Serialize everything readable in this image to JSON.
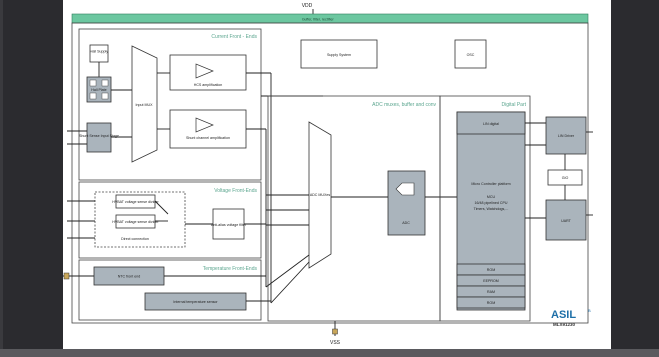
{
  "pins": {
    "vdd": "VDD",
    "vss": "VSS"
  },
  "top_bus": {
    "label": "buffer, filter, rectifier"
  },
  "current_front_ends": {
    "title": "Current Front - Ends",
    "hall_supply": "Hall Supply",
    "hall_plate": "Hall Plate",
    "shunt_input": "Shunt Sense Input Stage",
    "input_mux": "Input MUX",
    "hcs_amplification": "HCS amplification",
    "shunt_amplification": "Shunt channel amplification"
  },
  "supply_system": "Supply System",
  "osc": "OSC",
  "adc_section": {
    "title": "ADC muxes, buffer and conv",
    "mux": "ADC MUXes",
    "adc": "ADC"
  },
  "digital_part": {
    "title": "Digital Part",
    "lin_digital": "LIN digital",
    "mcu": "Micro Controller platform",
    "mcu_detail": "MCU\n16/48 pipelined CPU\nTimers, Watchdogs,...",
    "mem": [
      "ROM",
      "EEPROM",
      "RAM",
      "ROM"
    ]
  },
  "lin_driver": "LIN Driver",
  "gio": "GIO",
  "uart": "UART",
  "voltage_front_ends": {
    "title": "Voltage Front-Ends",
    "hv_div1": "HVBAT voltage sense divider",
    "hv_div2": "HVBAT voltage sense divider",
    "direct": "Direct connection",
    "filter": "Anti-alias voltage filter"
  },
  "temperature_front_ends": {
    "title": "Temperature Front-Ends",
    "ntc": "NTC front end",
    "internal": "Internal temperature sensor"
  },
  "logo": {
    "brand": "ASIL",
    "suffix": "B",
    "part": "MLX91230"
  },
  "colors": {
    "section_title": "#5aa58e",
    "block_gray": "#aab4bc",
    "bus_green": "#6cc7a0",
    "logo_blue": "#1d6fa8"
  }
}
